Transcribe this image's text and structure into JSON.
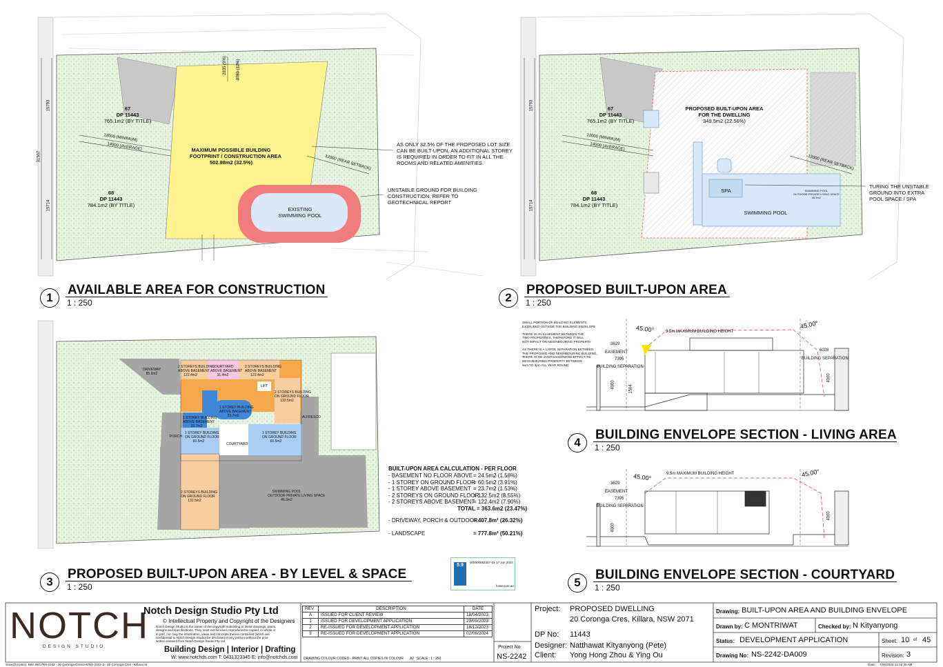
{
  "views": [
    {
      "num": "1",
      "title": "AVAILABLE AREA FOR CONSTRUCTION",
      "scale": "1 : 250"
    },
    {
      "num": "2",
      "title": "PROPOSED BUILT-UPON AREA",
      "scale": "1 : 250"
    },
    {
      "num": "3",
      "title": "PROPOSED BUILT-UPON AREA - BY LEVEL & SPACE",
      "scale": "1 : 250"
    },
    {
      "num": "4",
      "title": "BUILDING ENVELOPE SECTION - LIVING AREA",
      "scale": "1 : 250"
    },
    {
      "num": "5",
      "title": "BUILDING ENVELOPE SECTION - COURTYARD",
      "scale": "1 : 250"
    }
  ],
  "plan1": {
    "lot67": [
      "67",
      "DP 11443",
      "765.1m2 (BY TITLE)"
    ],
    "lot68": [
      "68",
      "DP 11443",
      "784.1m2 (BY TITLE)"
    ],
    "footprint": [
      "MAXIMUM POSSIBLE BUILDING",
      "FOOTPRINT / CONSTRUCTION AREA",
      "502.98m2 (32.5%)"
    ],
    "pool": [
      "EXISTING",
      "SWIMMING POOL"
    ],
    "note1": [
      "AS ONLY 32.5% OF THE PROPOSED LOT SIZE",
      "CAN BE BUILT-UPON, AN ADDITIONAL STOREY",
      "IS REQUIRED IN ORDER TO FIT IN ALL THE",
      "ROOMS AND RELATED AMENITIES."
    ],
    "note2": [
      "UNSTABLE GROUND FOR BUILDING",
      "CONSTRUCTION. REFER TO",
      "GEOTECHNICAL REPORT"
    ],
    "dims": {
      "min": "12000 (MINIMUM)",
      "avg": "14000 (AVERAGE)",
      "rear": "12000 (REAR SETBACK)",
      "top1": "2835 (9%)",
      "top2": "3780 (12%)",
      "side_total": "31507",
      "side_a": "15793",
      "side_b": "15714"
    }
  },
  "plan2": {
    "built": [
      "PROPOSED BUILT-UPON AREA",
      "FOR THE DWELLING",
      "349.5m2 (22.56%)"
    ],
    "spa": "SPA",
    "pool": "SWIMMING POOL",
    "pool_small": [
      "SWIMMING POOL",
      "OUTDOOR PRIVATE LIVING SPACE",
      "46.3m2"
    ],
    "note": [
      "TURING THE UNSTABLE",
      "GROUND INTO EXTRA",
      "POOL SPACE / SPA"
    ]
  },
  "plan3": {
    "zones": {
      "z1": [
        "2 STOREYS BUILDING",
        "ABOVE BASEMENT",
        "122.4m2"
      ],
      "z2": [
        "COURTYARD",
        "ABOVE BASEMENT",
        "31.4m2"
      ],
      "z3": [
        "2 STOREYS BUILDING",
        "ABOVE BASEMENT",
        "122.4m2"
      ],
      "lift": "LIFT",
      "z4": [
        "2 STOREYS BUILDING",
        "ON GROUND FLOOR",
        "132.5m2"
      ],
      "z5": [
        "1 STOREY BUILDING",
        "ABOVE BASEMENT",
        "23.7m2"
      ],
      "z6": [
        "1 STOREY BUILDING",
        "ABOVE BASEMENT",
        "23.7m2"
      ],
      "porch": "PORCH",
      "z7": [
        "1 STOREY BUILDING",
        "ON GROUND FLOOR",
        "60.5m2"
      ],
      "courtyard": "COURTYARD",
      "z8": [
        "1 STOREY BUILDING",
        "ON GROUND FLOOR",
        "60.5m2"
      ],
      "alfresco": "ALFRESCO",
      "z9": [
        "2 STOREYS BUILDING",
        "ON GROUND FLOOR",
        "132.5m2"
      ],
      "z10": [
        "SWIMMING POOL",
        "OUTDOOR PRIVATE LIVING SPACE",
        "46.3m2"
      ],
      "driveway": [
        "DRIVEWAY",
        "85.9m2"
      ]
    },
    "calc_title": "BUILT-UPON AREA CALCULATION - PER FLOOR",
    "calc_rows": [
      [
        "- BASEMENT NO FLOOR ABOVE",
        "= 24.5m2 (1.58%)"
      ],
      [
        "- 1 STOREY ON GROUND FLOOR",
        "= 60.5m2 (3.91%)"
      ],
      [
        "- 1 STOREY ABOVE BASEMENT",
        "= 23.7m2 (1.53%)"
      ],
      [
        "- 2 STOREYS ON GROUND FLOOR",
        "= 132.5m2 (8.55%)"
      ],
      [
        "- 2 STOREYS ABOVE BASEMENT",
        "= 122.4m2 (7.90%)"
      ]
    ],
    "total": "TOTAL = 363.6m2 (23.47%)",
    "driveway": [
      "- DRIVEWAY, PORCH & OUTDOOR",
      "= 407.8m² (26.32%)"
    ],
    "landscape": [
      "- LANDSCAPE",
      "= 777.8m² (50.21%)"
    ]
  },
  "section4": {
    "notes": [
      "SMALL PORTION OF BUILDING ELEMENTS",
      "EXTRUDED OUTSIDE THE BUILDING ENVELOPE",
      "",
      "THERE IS AN EASEMENT BETWEEN THE",
      "TWO PROPERTIES, THEREFORE IT WILL",
      "NOT IMPACT ON NEIGHBOURING PROPERTY",
      "",
      "AS THERE IS A LARGE SEPARATION BETWEEN",
      "THE PROPOSED AND NEIGHBOURING BUILDING,",
      "THERE IS NO OVERSHADOWING EFFECT TO",
      "NEIGHBOURING PROPERTY BETWEEN",
      "9am TO 3pm ALL YEAR ROUND"
    ],
    "angle1": "45.00°",
    "angle2": "45.00°",
    "height": "9.5m MAXIMUM BUILDING HEIGHT",
    "easement": "EASEMENT",
    "sep_l": "BUILDING SEPARATION",
    "sep_r": "BUILDING SEPARATION",
    "d1": "3629",
    "d2": "7395",
    "d3": "6028",
    "d4": "4000",
    "d5": "1504",
    "d6": "4000"
  },
  "section5": {
    "angle1": "45.00°",
    "angle2": "45.00°",
    "height": "9.5m MAXIMUM BUILDING HEIGHT",
    "easement": "EASEMENT",
    "sep_l": "BUILDING SEPARATION",
    "d1": "3629",
    "d2": "7395",
    "d4": "4000",
    "d6": "4000"
  },
  "nathers": {
    "num": "000000582307-03",
    "date": "17 Jun 2024",
    "stars": "5.9",
    "link": "hstar.com.au"
  },
  "titleblock": {
    "logo": "NOTCH",
    "logo_sub": "DESIGN STUDIO",
    "company": "Notch Design Studio Pty Ltd",
    "copyright": "© Intellectual Property and Copyright of the Designers",
    "disclaimer": [
      "Notch Design Studio is the owner of the copyright subsisting in these drawings, plans,",
      "designs and specifications. They must not be used, reproduced or copied, in whole or",
      "in part, nor may the information, ideas and concepts therein contained (which are",
      "confidential to Notch Design Studio) be disclosed to any person without the prior",
      "written consent from Notch Design Studio Pty Ltd"
    ],
    "services": "Building Design | Interior | Drafting",
    "contact": "W: www.notchds.com  T: 0431323345  E: info@notchds.com",
    "rev_headers": [
      "REV",
      "DESCRIPTION",
      "DATE"
    ],
    "revisions": [
      [
        "A",
        "ISSUED FOR CLIENT REVIEW",
        "18/04/2023"
      ],
      [
        "1",
        "ISSUED FOR DEVELOPMENT APPLICATION",
        "29/09/2023"
      ],
      [
        "2",
        "RE-ISSUED FOR DEVELOPMENT APPLICATION",
        "18/12/2023"
      ],
      [
        "3",
        "RE-ISSUED FOR DEVELOPMENT APPLICATION",
        "02/06/2024"
      ]
    ],
    "colour_note": "DRAWING COLOUR CODED - PRINT ALL COPIES IN COLOUR",
    "paper": "A2",
    "scale_label": "SCALE :",
    "scale": "1 : 250",
    "project_no_label": "Project No",
    "project_no": "NS-2242",
    "project_label": "Project:",
    "project": "PROPOSED DWELLING",
    "address": "20 Coronga Cres, Killara, NSW 2071",
    "dp_label": "DP No:",
    "dp": "11443",
    "designer_label": "Designer:",
    "designer": "Natthawat Kityanyong (Pete)",
    "client_label": "Client:",
    "client": "Yong Hong Zhou & Ying Ou",
    "drawing_label": "Drawing:",
    "drawing": "BUILT-UPON AREA AND BUILDING ENVELOPE",
    "drawn_label": "Drawn by:",
    "drawn": "C MONTRIWAT",
    "checked_label": "Checked by:",
    "checked": "N Kityanyong",
    "status_label": "Status:",
    "status": "DEVELOPMENT APPLICATION",
    "sheet_label": "Sheet:",
    "sheet": "10",
    "of": "of",
    "sheets": "45",
    "drawing_no_label": "Drawing No:",
    "drawing_no": "NS-2242-DA009",
    "revision_label": "Revision:",
    "revision": "3",
    "saved": "Saved location:  BIM 360://NS-2242 - 20 Coronga Crescent/NS-2242-3 - 20 Coronga Cres - Killara.rvt",
    "date_label": "Date:",
    "date": "7/06/2024 12:16:30 AM"
  },
  "colors": {
    "landscape": "#e6f3e1",
    "yellow": "#fff48f",
    "pool_ring": "#f07c7c",
    "pool": "#dbe9f7",
    "orange": "#f6a84a",
    "peach": "#f8cda0",
    "blue": "#a9cdf3",
    "pink": "#f9c6e3",
    "grey": "#a6a6a6"
  }
}
